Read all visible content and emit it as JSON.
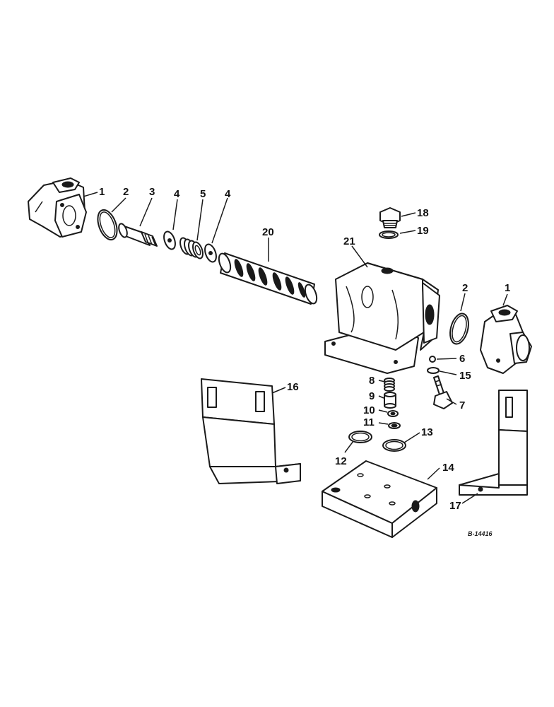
{
  "callouts": [
    {
      "id": "c1a",
      "text": "1"
    },
    {
      "id": "c2a",
      "text": "2"
    },
    {
      "id": "c3",
      "text": "3"
    },
    {
      "id": "c4a",
      "text": "4"
    },
    {
      "id": "c5",
      "text": "5"
    },
    {
      "id": "c4b",
      "text": "4"
    },
    {
      "id": "c20",
      "text": "20"
    },
    {
      "id": "c21",
      "text": "21"
    },
    {
      "id": "c18",
      "text": "18"
    },
    {
      "id": "c19",
      "text": "19"
    },
    {
      "id": "c2b",
      "text": "2"
    },
    {
      "id": "c1b",
      "text": "1"
    },
    {
      "id": "c6",
      "text": "6"
    },
    {
      "id": "c15",
      "text": "15"
    },
    {
      "id": "c7",
      "text": "7"
    },
    {
      "id": "c8",
      "text": "8"
    },
    {
      "id": "c9",
      "text": "9"
    },
    {
      "id": "c10",
      "text": "10"
    },
    {
      "id": "c11",
      "text": "11"
    },
    {
      "id": "c12",
      "text": "12"
    },
    {
      "id": "c13",
      "text": "13"
    },
    {
      "id": "c14",
      "text": "14"
    },
    {
      "id": "c16",
      "text": "16"
    },
    {
      "id": "c17",
      "text": "17"
    }
  ],
  "drawing_code": "B-14416"
}
